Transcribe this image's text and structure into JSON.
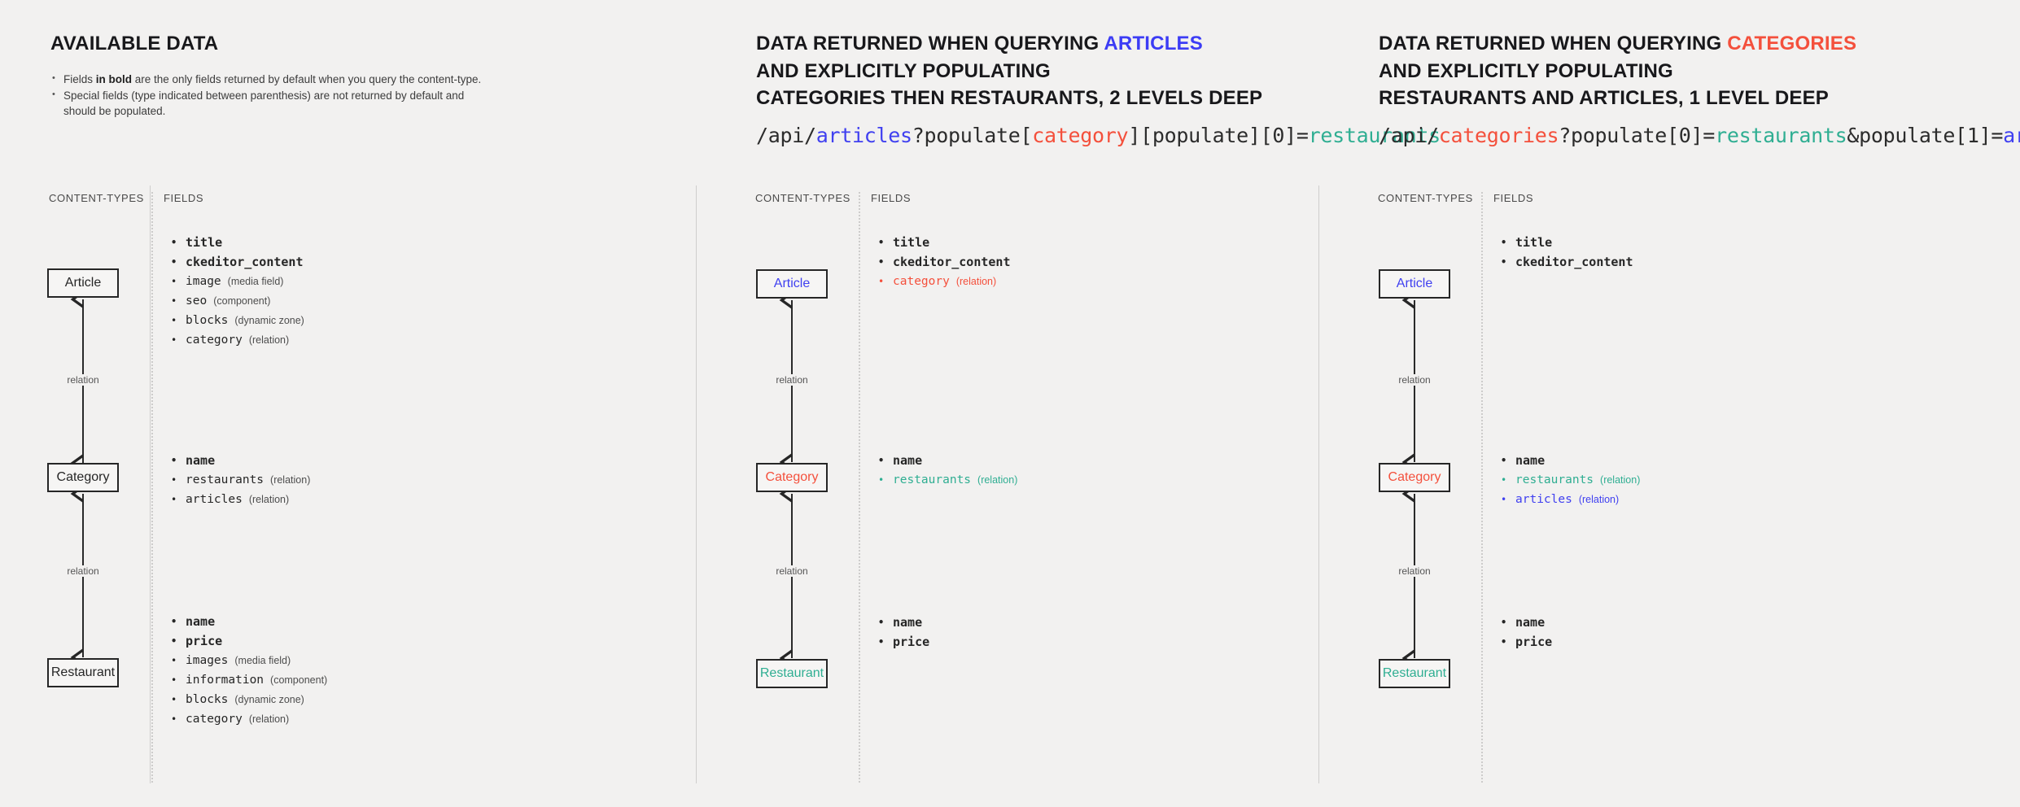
{
  "colors": {
    "background": "#f2f1f0",
    "blue": "#4040f0",
    "red": "#f4503c",
    "teal": "#2fae92",
    "ink": "#262626"
  },
  "column_headers": {
    "content_types": "CONTENT-TYPES",
    "fields": "FIELDS"
  },
  "relation_label": "relation",
  "panel1": {
    "title": "AVAILABLE DATA",
    "notes": [
      {
        "prefix": "Fields ",
        "bold": "in bold",
        "suffix": " are the only fields returned by default when you query the content-type."
      },
      {
        "prefix": "Special fields (type indicated between parenthesis) are not returned by default and should be populated.",
        "bold": "",
        "suffix": ""
      }
    ],
    "nodes": [
      {
        "name": "Article",
        "color": "ink"
      },
      {
        "name": "Category",
        "color": "ink"
      },
      {
        "name": "Restaurant",
        "color": "ink"
      }
    ],
    "fields": [
      [
        {
          "name": "title",
          "type": "",
          "bold": true,
          "color": "ink"
        },
        {
          "name": "ckeditor_content",
          "type": "",
          "bold": true,
          "color": "ink"
        },
        {
          "name": "image",
          "type": "(media field)",
          "bold": false,
          "color": "ink"
        },
        {
          "name": "seo",
          "type": "(component)",
          "bold": false,
          "color": "ink"
        },
        {
          "name": "blocks",
          "type": "(dynamic zone)",
          "bold": false,
          "color": "ink"
        },
        {
          "name": "category",
          "type": "(relation)",
          "bold": false,
          "color": "ink"
        }
      ],
      [
        {
          "name": "name",
          "type": "",
          "bold": true,
          "color": "ink"
        },
        {
          "name": "restaurants",
          "type": "(relation)",
          "bold": false,
          "color": "ink"
        },
        {
          "name": "articles",
          "type": "(relation)",
          "bold": false,
          "color": "ink"
        }
      ],
      [
        {
          "name": "name",
          "type": "",
          "bold": true,
          "color": "ink"
        },
        {
          "name": "price",
          "type": "",
          "bold": true,
          "color": "ink"
        },
        {
          "name": "images",
          "type": "(media field)",
          "bold": false,
          "color": "ink"
        },
        {
          "name": "information",
          "type": "(component)",
          "bold": false,
          "color": "ink"
        },
        {
          "name": "blocks",
          "type": "(dynamic zone)",
          "bold": false,
          "color": "ink"
        },
        {
          "name": "category",
          "type": "(relation)",
          "bold": false,
          "color": "ink"
        }
      ]
    ]
  },
  "panel2": {
    "title_line1_plain": "DATA RETURNED WHEN QUERYING ",
    "title_line1_hl": "ARTICLES",
    "title_line2": "AND EXPLICITLY POPULATING",
    "title_line3": "CATEGORIES THEN RESTAURANTS, 2 LEVELS DEEP",
    "api": [
      {
        "t": "/api/",
        "c": "ink"
      },
      {
        "t": "articles",
        "c": "blue"
      },
      {
        "t": "?populate[",
        "c": "ink"
      },
      {
        "t": "category",
        "c": "red"
      },
      {
        "t": "][populate][0]=",
        "c": "ink"
      },
      {
        "t": "restaurants",
        "c": "teal"
      }
    ],
    "nodes": [
      {
        "name": "Article",
        "color": "blue"
      },
      {
        "name": "Category",
        "color": "red"
      },
      {
        "name": "Restaurant",
        "color": "teal"
      }
    ],
    "fields": [
      [
        {
          "name": "title",
          "type": "",
          "bold": true,
          "color": "ink"
        },
        {
          "name": "ckeditor_content",
          "type": "",
          "bold": true,
          "color": "ink"
        },
        {
          "name": "category",
          "type": "(relation)",
          "bold": false,
          "color": "red"
        }
      ],
      [
        {
          "name": "name",
          "type": "",
          "bold": true,
          "color": "ink"
        },
        {
          "name": "restaurants",
          "type": "(relation)",
          "bold": false,
          "color": "teal"
        }
      ],
      [
        {
          "name": "name",
          "type": "",
          "bold": true,
          "color": "ink"
        },
        {
          "name": "price",
          "type": "",
          "bold": true,
          "color": "ink"
        }
      ]
    ]
  },
  "panel3": {
    "title_line1_plain": "DATA RETURNED WHEN QUERYING ",
    "title_line1_hl": "CATEGORIES",
    "title_line2": "AND EXPLICITLY POPULATING",
    "title_line3": "RESTAURANTS AND ARTICLES, 1 LEVEL DEEP",
    "api": [
      {
        "t": "/api/",
        "c": "ink"
      },
      {
        "t": "categories",
        "c": "red"
      },
      {
        "t": "?populate[0]=",
        "c": "ink"
      },
      {
        "t": "restaurants",
        "c": "teal"
      },
      {
        "t": "&populate[1]=",
        "c": "ink"
      },
      {
        "t": "articles",
        "c": "blue"
      }
    ],
    "nodes": [
      {
        "name": "Article",
        "color": "blue"
      },
      {
        "name": "Category",
        "color": "red"
      },
      {
        "name": "Restaurant",
        "color": "teal"
      }
    ],
    "fields": [
      [
        {
          "name": "title",
          "type": "",
          "bold": true,
          "color": "ink"
        },
        {
          "name": "ckeditor_content",
          "type": "",
          "bold": true,
          "color": "ink"
        }
      ],
      [
        {
          "name": "name",
          "type": "",
          "bold": true,
          "color": "ink"
        },
        {
          "name": "restaurants",
          "type": "(relation)",
          "bold": false,
          "color": "teal"
        },
        {
          "name": "articles",
          "type": "(relation)",
          "bold": false,
          "color": "blue"
        }
      ],
      [
        {
          "name": "name",
          "type": "",
          "bold": true,
          "color": "ink"
        },
        {
          "name": "price",
          "type": "",
          "bold": true,
          "color": "ink"
        }
      ]
    ]
  }
}
